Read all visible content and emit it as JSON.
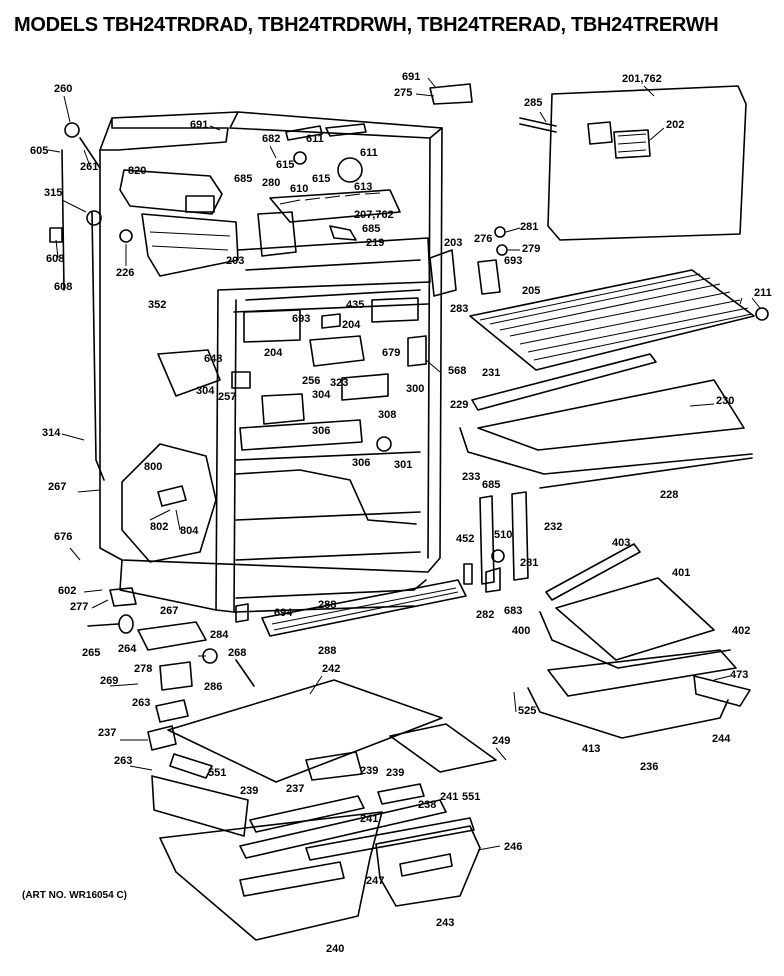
{
  "title": "MODELS TBH24TRDRAD, TBH24TRDRWH, TBH24TRERAD, TBH24TRERWH",
  "art_no": "(ART NO. WR16054 C)",
  "parts": [
    "260",
    "605",
    "261",
    "315",
    "608",
    "608",
    "226",
    "691",
    "682",
    "611",
    "615",
    "611",
    "610",
    "615",
    "613",
    "820",
    "685",
    "280",
    "207,762",
    "685",
    "691",
    "275",
    "285",
    "201,762",
    "202",
    "281",
    "279",
    "693",
    "276",
    "203",
    "219",
    "352",
    "203",
    "283",
    "205",
    "211",
    "435",
    "693",
    "204",
    "204",
    "679",
    "568",
    "648",
    "304",
    "257",
    "256",
    "323",
    "300",
    "304",
    "308",
    "231",
    "230",
    "229",
    "314",
    "306",
    "306",
    "301",
    "233",
    "685",
    "267",
    "800",
    "802",
    "804",
    "510",
    "232",
    "228",
    "676",
    "452",
    "281",
    "602",
    "277",
    "267",
    "288",
    "694",
    "284",
    "288",
    "282",
    "683",
    "403",
    "401",
    "400",
    "402",
    "265",
    "264",
    "268",
    "278",
    "286",
    "269",
    "242",
    "473",
    "525",
    "263",
    "237",
    "263",
    "551",
    "239",
    "239",
    "249",
    "413",
    "236",
    "244",
    "239",
    "237",
    "238",
    "241",
    "551",
    "241",
    "246",
    "247",
    "243",
    "240"
  ]
}
